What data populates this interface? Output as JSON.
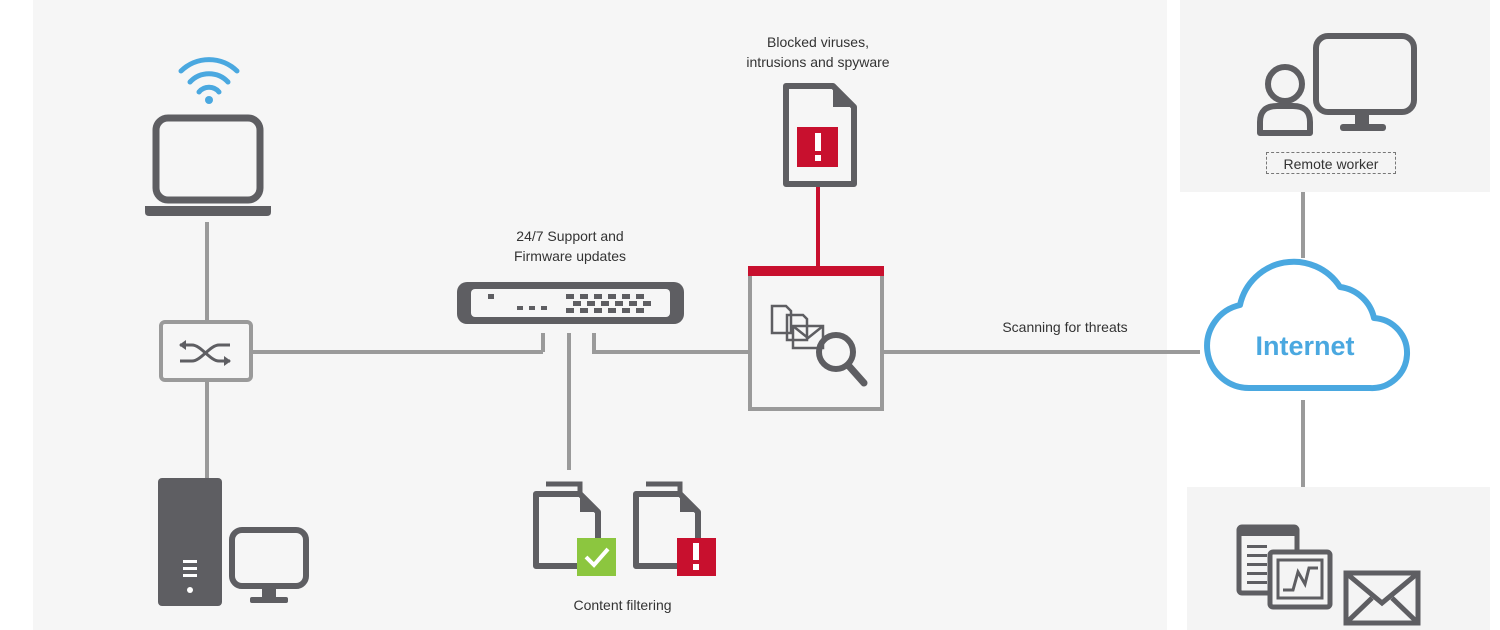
{
  "labels": {
    "blocked": "Blocked viruses,\nintrusions and spyware",
    "support": "24/7 Support and\nFirmware updates",
    "scanning": "Scanning for threats",
    "content_filtering": "Content filtering",
    "remote_worker": "Remote worker",
    "internet": "Internet"
  },
  "icons": {
    "wifi": "wifi-icon",
    "laptop": "laptop-icon",
    "switch": "switch-icon",
    "server": "server-icon",
    "monitor": "monitor-icon",
    "firewall": "firewall-appliance-icon",
    "scanner": "mail-scan-icon",
    "blocked_file": "alert-file-icon",
    "file_ok": "file-check-icon",
    "file_blocked": "file-alert-icon",
    "remote_worker": "remote-worker-icon",
    "cloud": "cloud-icon",
    "services": "services-icon"
  },
  "colors": {
    "line_gray": "#9a9a9a",
    "icon_gray": "#5e5e62",
    "alert_red": "#c8102e",
    "ok_green": "#8cc63f",
    "internet_blue": "#4aa8e0"
  }
}
